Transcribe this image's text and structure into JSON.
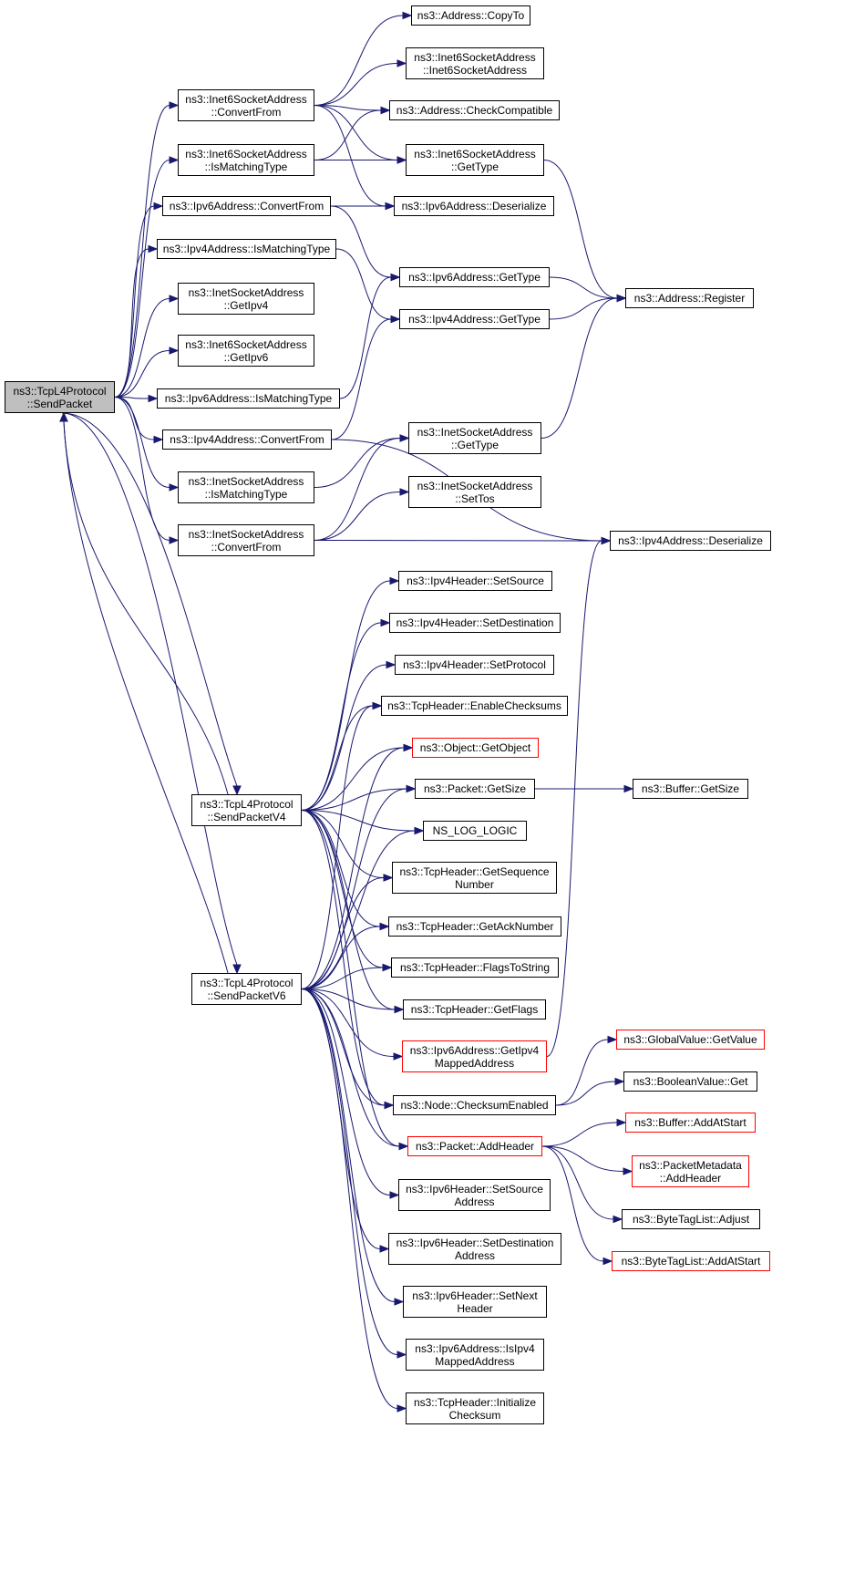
{
  "colors": {
    "edge": "#191970",
    "node_border": "#000000",
    "incomplete_node_border": "#ff0000",
    "root_fill": "#bfbfbf",
    "background": "#ffffff"
  },
  "nodes": {
    "root": "ns3::TcpL4Protocol\n::SendPacket",
    "i6_convertfrom": "ns3::Inet6SocketAddress\n::ConvertFrom",
    "i6_ismatching": "ns3::Inet6SocketAddress\n::IsMatchingType",
    "ipv6_convertfrom": "ns3::Ipv6Address::ConvertFrom",
    "ipv4_ismatching": "ns3::Ipv4Address::IsMatchingType",
    "inet_getipv4": "ns3::InetSocketAddress\n::GetIpv4",
    "i6_getipv6": "ns3::Inet6SocketAddress\n::GetIpv6",
    "ipv6_ismatching": "ns3::Ipv6Address::IsMatchingType",
    "ipv4_convertfrom": "ns3::Ipv4Address::ConvertFrom",
    "inet_ismatching": "ns3::InetSocketAddress\n::IsMatchingType",
    "inet_convertfrom": "ns3::InetSocketAddress\n::ConvertFrom",
    "addr_copyto": "ns3::Address::CopyTo",
    "i6_ctor": "ns3::Inet6SocketAddress\n::Inet6SocketAddress",
    "addr_checkcompat": "ns3::Address::CheckCompatible",
    "i6_gettype": "ns3::Inet6SocketAddress\n::GetType",
    "ipv6_deserialize": "ns3::Ipv6Address::Deserialize",
    "ipv6_gettype": "ns3::Ipv6Address::GetType",
    "ipv4_gettype": "ns3::Ipv4Address::GetType",
    "inet_gettype": "ns3::InetSocketAddress\n::GetType",
    "inet_settos": "ns3::InetSocketAddress\n::SetTos",
    "addr_register": "ns3::Address::Register",
    "ipv4_deserialize": "ns3::Ipv4Address::Deserialize",
    "sendv4": "ns3::TcpL4Protocol\n::SendPacketV4",
    "sendv6": "ns3::TcpL4Protocol\n::SendPacketV6",
    "ipv4h_setsource": "ns3::Ipv4Header::SetSource",
    "ipv4h_setdest": "ns3::Ipv4Header::SetDestination",
    "ipv4h_setproto": "ns3::Ipv4Header::SetProtocol",
    "tcph_enablecs": "ns3::TcpHeader::EnableChecksums",
    "object_getobject": "ns3::Object::GetObject",
    "packet_getsize": "ns3::Packet::GetSize",
    "ns_log_logic": "NS_LOG_LOGIC",
    "tcph_getseq": "ns3::TcpHeader::GetSequence\nNumber",
    "tcph_getack": "ns3::TcpHeader::GetAckNumber",
    "tcph_flagstostring": "ns3::TcpHeader::FlagsToString",
    "tcph_getflags": "ns3::TcpHeader::GetFlags",
    "ipv6_getipv4mapped": "ns3::Ipv6Address::GetIpv4\nMappedAddress",
    "node_csenabled": "ns3::Node::ChecksumEnabled",
    "packet_addheader": "ns3::Packet::AddHeader",
    "ipv6h_setsource": "ns3::Ipv6Header::SetSource\nAddress",
    "ipv6h_setdest": "ns3::Ipv6Header::SetDestination\nAddress",
    "ipv6h_setnext": "ns3::Ipv6Header::SetNext\nHeader",
    "ipv6_isipv4mapped": "ns3::Ipv6Address::IsIpv4\nMappedAddress",
    "tcph_initcs": "ns3::TcpHeader::Initialize\nChecksum",
    "buffer_getsize": "ns3::Buffer::GetSize",
    "globalvalue_getvalue": "ns3::GlobalValue::GetValue",
    "booleanvalue_get": "ns3::BooleanValue::Get",
    "buffer_addatstart": "ns3::Buffer::AddAtStart",
    "pktmeta_addheader": "ns3::PacketMetadata\n::AddHeader",
    "bytetaglist_adjust": "ns3::ByteTagList::Adjust",
    "bytetaglist_addatstart": "ns3::ByteTagList::AddAtStart"
  },
  "incomplete_nodes": [
    "object_getobject",
    "ipv6_getipv4mapped",
    "packet_addheader",
    "globalvalue_getvalue",
    "buffer_addatstart",
    "pktmeta_addheader",
    "bytetaglist_addatstart"
  ],
  "edges": [
    [
      "root",
      "i6_convertfrom"
    ],
    [
      "root",
      "i6_ismatching"
    ],
    [
      "root",
      "ipv6_convertfrom"
    ],
    [
      "root",
      "ipv4_ismatching"
    ],
    [
      "root",
      "inet_getipv4"
    ],
    [
      "root",
      "i6_getipv6"
    ],
    [
      "root",
      "ipv6_ismatching"
    ],
    [
      "root",
      "ipv4_convertfrom"
    ],
    [
      "root",
      "inet_ismatching"
    ],
    [
      "root",
      "inet_convertfrom"
    ],
    [
      "root",
      "sendv4"
    ],
    [
      "root",
      "sendv6"
    ],
    [
      "i6_convertfrom",
      "addr_copyto"
    ],
    [
      "i6_convertfrom",
      "i6_ctor"
    ],
    [
      "i6_convertfrom",
      "addr_checkcompat"
    ],
    [
      "i6_convertfrom",
      "i6_gettype"
    ],
    [
      "i6_convertfrom",
      "ipv6_deserialize"
    ],
    [
      "i6_ismatching",
      "addr_checkcompat"
    ],
    [
      "i6_ismatching",
      "i6_gettype"
    ],
    [
      "ipv6_convertfrom",
      "ipv6_deserialize"
    ],
    [
      "ipv6_convertfrom",
      "ipv6_gettype"
    ],
    [
      "ipv4_ismatching",
      "ipv4_gettype"
    ],
    [
      "ipv6_ismatching",
      "ipv6_gettype"
    ],
    [
      "ipv4_convertfrom",
      "ipv4_gettype"
    ],
    [
      "ipv4_convertfrom",
      "ipv4_deserialize"
    ],
    [
      "inet_ismatching",
      "inet_gettype"
    ],
    [
      "inet_convertfrom",
      "inet_gettype"
    ],
    [
      "inet_convertfrom",
      "inet_settos"
    ],
    [
      "inet_convertfrom",
      "ipv4_deserialize"
    ],
    [
      "i6_gettype",
      "addr_register"
    ],
    [
      "ipv6_gettype",
      "addr_register"
    ],
    [
      "ipv4_gettype",
      "addr_register"
    ],
    [
      "inet_gettype",
      "addr_register"
    ],
    [
      "sendv4",
      "ipv4h_setsource"
    ],
    [
      "sendv4",
      "ipv4h_setdest"
    ],
    [
      "sendv4",
      "ipv4h_setproto"
    ],
    [
      "sendv4",
      "tcph_enablecs"
    ],
    [
      "sendv4",
      "object_getobject"
    ],
    [
      "sendv4",
      "packet_getsize"
    ],
    [
      "sendv4",
      "ns_log_logic"
    ],
    [
      "sendv4",
      "tcph_getseq"
    ],
    [
      "sendv4",
      "tcph_getack"
    ],
    [
      "sendv4",
      "tcph_flagstostring"
    ],
    [
      "sendv4",
      "tcph_getflags"
    ],
    [
      "sendv4",
      "node_csenabled"
    ],
    [
      "sendv4",
      "packet_addheader"
    ],
    [
      "sendv6",
      "tcph_enablecs"
    ],
    [
      "sendv6",
      "object_getobject"
    ],
    [
      "sendv6",
      "packet_getsize"
    ],
    [
      "sendv6",
      "ns_log_logic"
    ],
    [
      "sendv6",
      "tcph_getseq"
    ],
    [
      "sendv6",
      "tcph_getack"
    ],
    [
      "sendv6",
      "tcph_flagstostring"
    ],
    [
      "sendv6",
      "tcph_getflags"
    ],
    [
      "sendv6",
      "ipv6_getipv4mapped"
    ],
    [
      "sendv6",
      "node_csenabled"
    ],
    [
      "sendv6",
      "packet_addheader"
    ],
    [
      "sendv6",
      "ipv6h_setsource"
    ],
    [
      "sendv6",
      "ipv6h_setdest"
    ],
    [
      "sendv6",
      "ipv6h_setnext"
    ],
    [
      "sendv6",
      "ipv6_isipv4mapped"
    ],
    [
      "sendv6",
      "tcph_initcs"
    ],
    [
      "packet_getsize",
      "buffer_getsize"
    ],
    [
      "ipv6_getipv4mapped",
      "ipv4_deserialize"
    ],
    [
      "node_csenabled",
      "globalvalue_getvalue"
    ],
    [
      "node_csenabled",
      "booleanvalue_get"
    ],
    [
      "packet_addheader",
      "buffer_addatstart"
    ],
    [
      "packet_addheader",
      "pktmeta_addheader"
    ],
    [
      "packet_addheader",
      "bytetaglist_adjust"
    ],
    [
      "packet_addheader",
      "bytetaglist_addatstart"
    ]
  ]
}
